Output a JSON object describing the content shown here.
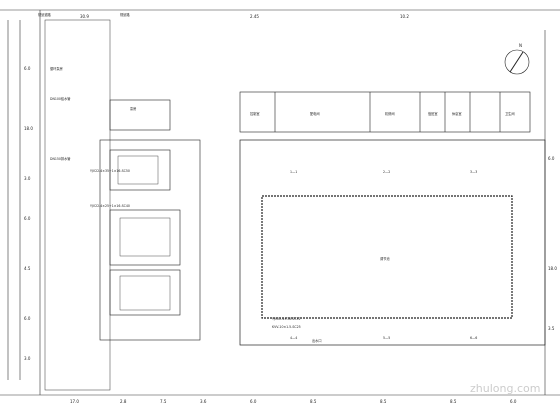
{
  "top_dims": [
    "30.9",
    "2.45",
    "10.2"
  ],
  "top_road_labels": [
    "规划道路",
    "规划路"
  ],
  "tags": {
    "rooms": [
      "控制室",
      "配电间",
      "机修间",
      "值班室",
      "休息室",
      "卫生间"
    ],
    "left_block": "循环泵房",
    "left_notes": [
      "DN100给水管",
      "DN150排水管"
    ],
    "pump_room": "泵房",
    "section_marks": [
      "1—1",
      "2—2",
      "3—3",
      "4—4",
      "5—5",
      "6—6"
    ],
    "pool_label": "调节池",
    "outlet_label": "出水口",
    "north": "N",
    "watermark": "zhulong.com"
  },
  "bottom_dims": [
    "17.0",
    "2.8",
    "7.5",
    "3.6",
    "6.0",
    "8.5",
    "8.5",
    "8.5",
    "6.0"
  ],
  "left_dims": [
    "6.0",
    "18.0",
    "3.0",
    "6.0",
    "4.5",
    "6.0",
    "3.0"
  ],
  "right_dims": [
    "6.0",
    "18.0",
    "3.5"
  ],
  "pipe_labels": [
    "YJV22-4×35+1×16-SC50",
    "YJV22-4×25+1×16-SC40",
    "YJV22-4×16-SC32",
    "KVV-10×1.5-SC25"
  ]
}
